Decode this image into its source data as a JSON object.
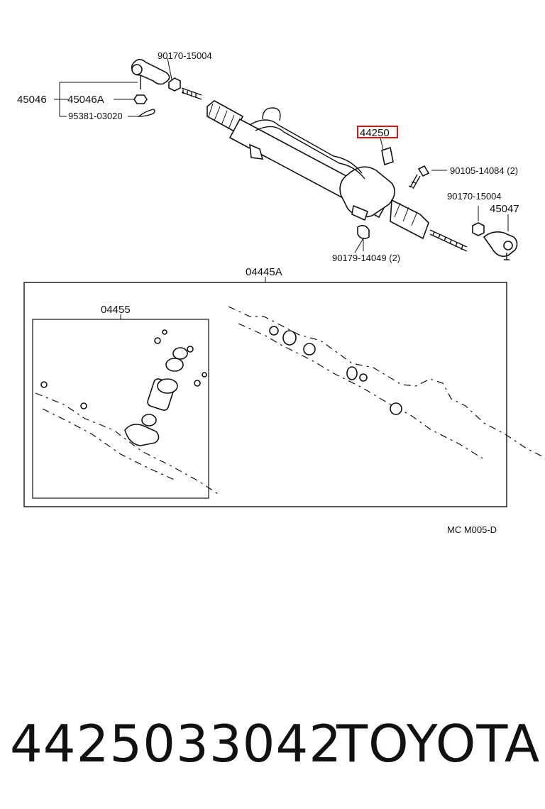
{
  "labels": {
    "tie_rod_end_left": "45046",
    "tie_rod_end_left_sub": "45046A",
    "nut_top_left": "90170-15004",
    "cotter_pin": "95381-03020",
    "rack_assembly": "44250",
    "bolt_right": "90105-14084 (2)",
    "nut_right": "90170-15004",
    "tie_rod_end_right": "45047",
    "bushing": "90179-14049 (2)",
    "gasket_kit": "04445A",
    "valve_kit": "04455",
    "reference_code": "MC  M005-D"
  },
  "highlight": {
    "part": "44250",
    "color": "#d11111"
  },
  "footer": {
    "part_number": "4425033042",
    "brand": "TOYOTA"
  }
}
